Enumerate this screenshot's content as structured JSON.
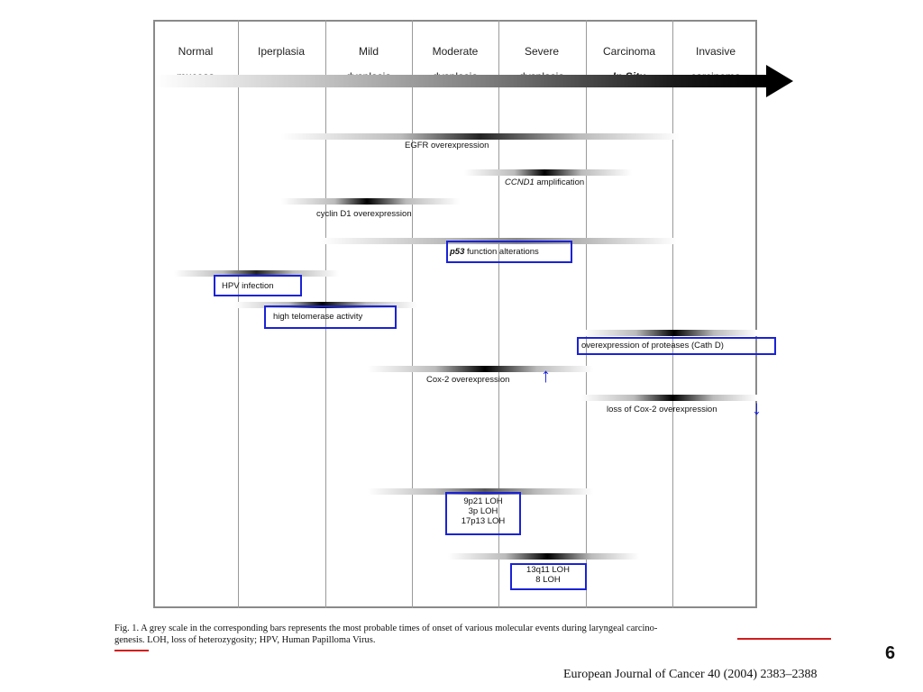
{
  "stages": [
    {
      "line1": "Normal",
      "line2": "mucosa"
    },
    {
      "line1": "Iperplasia",
      "line2": ""
    },
    {
      "line1": "Mild",
      "line2": "dysplasia"
    },
    {
      "line1": "Moderate",
      "line2": "dysplasia"
    },
    {
      "line1": "Severe",
      "line2": "dysplasia"
    },
    {
      "line1": "Carcinoma",
      "line2": "In Situ"
    },
    {
      "line1": "Invasive",
      "line2": "carcinoma"
    }
  ],
  "events": {
    "egfr": "EGFR overexpression",
    "ccnd1_gene": "CCND1",
    "ccnd1_rest": " amplification",
    "cyclin": "cyclin D1 overexpression",
    "p53_gene": "p53",
    "p53_rest": " function alterations",
    "hpv": "HPV infection",
    "telomerase": "high telomerase activity",
    "proteases": "overexpression of proteases (Cath D)",
    "cox2": "Cox-2 overexpression",
    "cox2_loss": "loss of Cox-2 overexpression",
    "loh1_a": "9p21 LOH",
    "loh1_b": "3p LOH",
    "loh1_c": "17p13 LOH",
    "loh2_a": "13q11 LOH",
    "loh2_b": "8 LOH"
  },
  "arrows": {
    "up": "↑",
    "down": "↓"
  },
  "caption": {
    "part1": "Fig. 1. A grey scale in the corresponding bars represents the most probable times of onset of various molecular events during ",
    "highlight1": "laryngeal carcino-",
    "highlight2": "genesis",
    "part2": ". LOH, loss of heterozygosity; HPV, Human Papilloma Virus."
  },
  "page_number": "6",
  "journal": "European Journal of Cancer 40 (2004) 2383–2388",
  "colors": {
    "highlight_box": "#1a22d6",
    "underline": "#d11c1c"
  }
}
